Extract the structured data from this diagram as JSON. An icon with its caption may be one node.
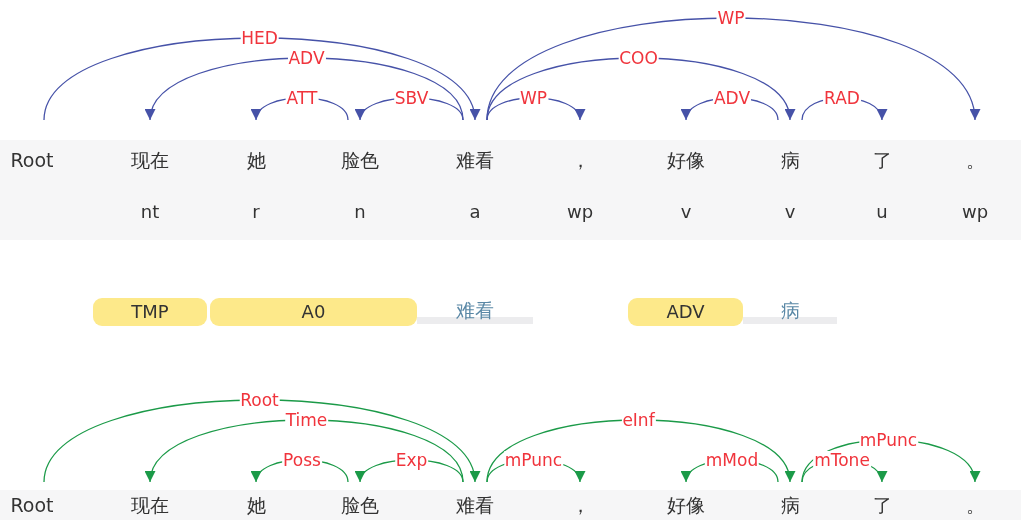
{
  "diagram": {
    "nodes": [
      {
        "text": [
          "Root"
        ]
      },
      {
        "text": [
          "现在"
        ],
        "beside": [
          "nt"
        ]
      },
      {
        "text": [
          "她"
        ],
        "beside": [
          "r"
        ]
      },
      {
        "text": [
          "脸色"
        ],
        "beside": [
          "n"
        ]
      },
      {
        "text": [
          "难看"
        ],
        "beside": [
          "a"
        ]
      },
      {
        "text": [
          "，"
        ],
        "beside": [
          "wp"
        ]
      },
      {
        "text": [
          "好像"
        ],
        "beside": [
          "v"
        ]
      },
      {
        "text": [
          "病"
        ],
        "beside": [
          "v"
        ]
      },
      {
        "text": [
          "了"
        ],
        "beside": [
          "u"
        ]
      },
      {
        "text": [
          "。"
        ],
        "beside": [
          "wp"
        ]
      },
      {
        "text": [
          "TMP"
        ]
      },
      {
        "text": [
          "A0"
        ]
      },
      {
        "text": [
          "难看"
        ]
      },
      {
        "text": [
          "ADV"
        ]
      },
      {
        "text": [
          "病"
        ]
      },
      {
        "text": [
          "Root"
        ]
      },
      {
        "text": [
          "现在"
        ]
      },
      {
        "text": [
          "她"
        ]
      },
      {
        "text": [
          "脸色"
        ]
      },
      {
        "text": [
          "难看"
        ]
      },
      {
        "text": [
          "，"
        ]
      },
      {
        "text": [
          "好像"
        ]
      },
      {
        "text": [
          "病"
        ]
      },
      {
        "text": [
          "了"
        ]
      },
      {
        "text": [
          "。"
        ]
      }
    ],
    "edges": [
      {
        "from": 0,
        "to": 4,
        "arrow": "to",
        "label": "HED",
        "color": "#4652a8"
      },
      {
        "from": 4,
        "to": 1,
        "arrow": "to",
        "label": "ADV",
        "color": "#4652a8"
      },
      {
        "from": 3,
        "to": 2,
        "arrow": "to",
        "label": "ATT",
        "color": "#4652a8"
      },
      {
        "from": 4,
        "to": 3,
        "arrow": "to",
        "label": "SBV",
        "color": "#4652a8"
      },
      {
        "from": 4,
        "to": 5,
        "arrow": "to",
        "label": "WP",
        "color": "#4652a8"
      },
      {
        "from": 4,
        "to": 7,
        "arrow": "to",
        "label": "COO",
        "color": "#4652a8"
      },
      {
        "from": 7,
        "to": 6,
        "arrow": "to",
        "label": "ADV",
        "color": "#4652a8"
      },
      {
        "from": 7,
        "to": 8,
        "arrow": "to",
        "label": "RAD",
        "color": "#4652a8"
      },
      {
        "from": 4,
        "to": 9,
        "arrow": "to",
        "label": "WP",
        "color": "#4652a8"
      },
      {
        "from": 15,
        "to": 19,
        "arrow": "to",
        "label": "Root",
        "color": "#1b9a48"
      },
      {
        "from": 19,
        "to": 16,
        "arrow": "to",
        "label": "Time",
        "color": "#1b9a48"
      },
      {
        "from": 18,
        "to": 17,
        "arrow": "to",
        "label": "Poss",
        "color": "#1b9a48"
      },
      {
        "from": 19,
        "to": 18,
        "arrow": "to",
        "label": "Exp",
        "color": "#1b9a48"
      },
      {
        "from": 19,
        "to": 20,
        "arrow": "to",
        "label": "mPunc",
        "color": "#1b9a48"
      },
      {
        "from": 19,
        "to": 22,
        "arrow": "to",
        "label": "eInf",
        "color": "#1b9a48"
      },
      {
        "from": 22,
        "to": 21,
        "arrow": "to",
        "label": "mMod",
        "color": "#1b9a48"
      },
      {
        "from": 22,
        "to": 23,
        "arrow": "to",
        "label": "mTone",
        "color": "#1b9a48"
      },
      {
        "from": 22,
        "to": 24,
        "arrow": "to",
        "label": "mPunc",
        "color": "#1b9a48"
      }
    ]
  }
}
